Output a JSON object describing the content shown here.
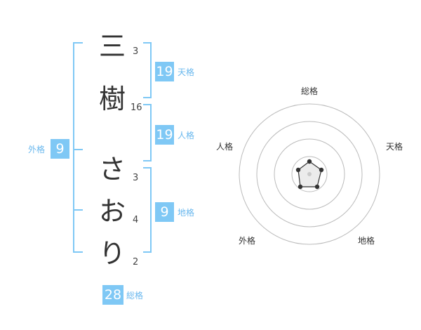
{
  "name": {
    "chars": [
      {
        "char": "三",
        "strokes": "3"
      },
      {
        "char": "樹",
        "strokes": "16"
      },
      {
        "char": "さ",
        "strokes": "3"
      },
      {
        "char": "お",
        "strokes": "4"
      },
      {
        "char": "り",
        "strokes": "2"
      }
    ]
  },
  "fortunes": {
    "tenkaku": {
      "value": "19",
      "label": "天格"
    },
    "jinkaku": {
      "value": "19",
      "label": "人格"
    },
    "chikaku": {
      "value": "9",
      "label": "地格"
    },
    "gaikaku": {
      "value": "9",
      "label": "外格"
    },
    "soukaku": {
      "value": "28",
      "label": "総格"
    }
  },
  "radar": {
    "labels": {
      "top": "総格",
      "right": "天格",
      "bottom_right": "地格",
      "bottom_left": "外格",
      "left": "人格"
    }
  },
  "colors": {
    "accent": "#7fc8f5",
    "text": "#333333"
  }
}
